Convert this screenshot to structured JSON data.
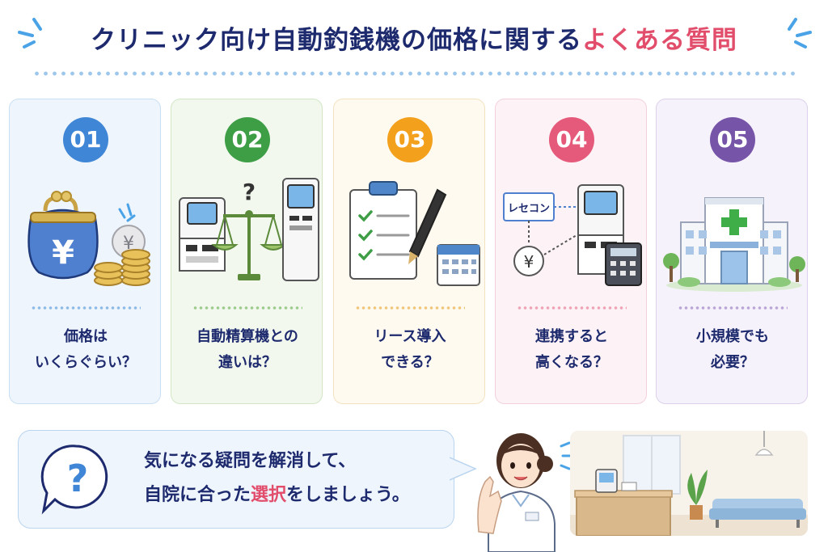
{
  "title": {
    "main": "クリニック向け自動釣銭機の価格に関する",
    "accent": "よくある質問"
  },
  "colors": {
    "navy": "#1e2a6e",
    "accent_pink": "#e14d6b",
    "card1": "#3f86d6",
    "card2": "#3e9e46",
    "card3": "#f3a01d",
    "card4": "#e5597a",
    "card5": "#7654a8"
  },
  "cards": [
    {
      "number": "01",
      "label_lines": [
        "価格は",
        "いくらぐらい？"
      ],
      "icon": "purse-yen-coins-icon"
    },
    {
      "number": "02",
      "label_lines": [
        "自動精算機との",
        "違いは？"
      ],
      "icon": "balance-machines-icon",
      "question_mark": "?"
    },
    {
      "number": "03",
      "label_lines": [
        "リース導入",
        "できる？"
      ],
      "icon": "checklist-calendar-icon"
    },
    {
      "number": "04",
      "label_lines": [
        "連携すると",
        "高くなる？"
      ],
      "icon": "recon-link-icon",
      "recon_label": "レセコン",
      "yen": "¥"
    },
    {
      "number": "05",
      "label_lines": [
        "小規模でも",
        "必要？"
      ],
      "icon": "clinic-building-icon"
    }
  ],
  "bubble": {
    "line1": "気になる疑問を解消して、",
    "line2_before": "自院に合った",
    "line2_highlight": "選択",
    "line2_after": "をしましょう。"
  },
  "yen_symbol": "¥"
}
